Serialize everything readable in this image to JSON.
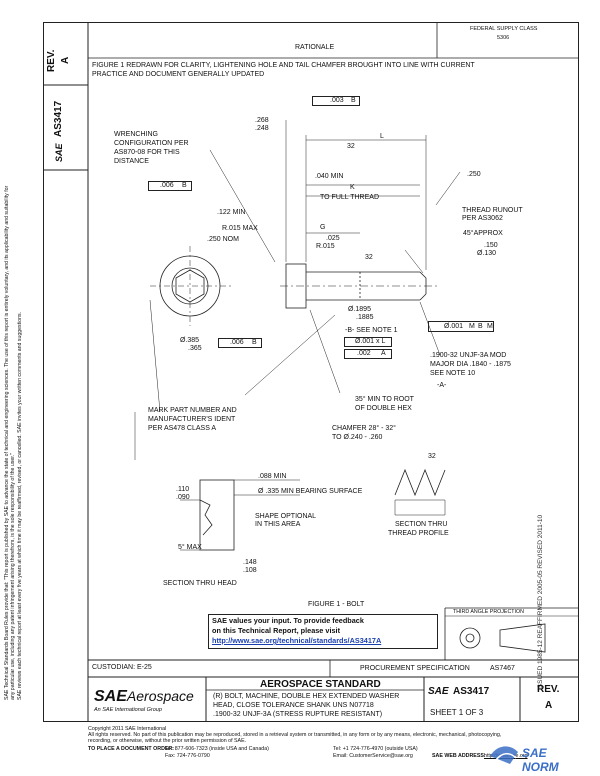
{
  "side_notice_1": "SAE Technical Standards Board Rules provide that: \"This report is published by SAE to advance the state of technical and engineering sciences. The use of this report is entirely voluntary, and its applicability and suitability for any particular use, including any patent infringement arising therefrom, is the sole responsibility of the user.\"",
  "side_notice_2": "SAE reviews each technical report at least every five years at which time it may be reaffirmed, revised, or cancelled. SAE invites your written comments and suggestions.",
  "header": {
    "rev_label": "REV.",
    "rev_value": "A",
    "rationale_title": "RATIONALE",
    "rationale_text_1": "FIGURE 1 REDRAWN FOR CLARITY, LIGHTENING HOLE AND TAIL CHAMFER BROUGHT INTO LINE WITH CURRENT",
    "rationale_text_2": "PRACTICE AND DOCUMENT GENERALLY UPDATED",
    "corner_note_1": "FEDERAL SUPPLY CLASS",
    "corner_note_2": "5306"
  },
  "doc_number_side": "AS3417",
  "sae_side": "SAE",
  "side_dates": "ISSUED 1985-12    REAFFIRMED 2005-05    REVISED 2011-10",
  "drawing": {
    "top_tol": ".003",
    "top_datum": "B",
    "dim_268": ".268",
    "dim_248": ".248",
    "dim_L": "L",
    "dim_32_top": "32",
    "dim_040": ".040 MIN",
    "dim_K": "K",
    "full_thread": "TO FULL THREAD",
    "dim_250": ".250",
    "wrenching": [
      "WRENCHING",
      "CONFIGURATION PER",
      "AS870-08 FOR THIS",
      "DISTANCE"
    ],
    "tol_006": ".006",
    "tol_006_datum": "B",
    "dim_122": ".122 MIN",
    "dim_r015max": "R.015 MAX",
    "dim_250nom": ".250 NOM",
    "dim_G": "G",
    "dim_025": ".025",
    "dim_r015": "R.015",
    "dim_32_mid": "32",
    "thread_runout": [
      "THREAD RUNOUT",
      "PER AS3062"
    ],
    "approx_45": "45°APPROX",
    "dim_150": ".150",
    "dim_130": "Ø.130",
    "dim_1895": "Ø.1895",
    "dim_1885": ".1885",
    "datum_B_note": "-B- SEE NOTE 1",
    "tol_001_xl": "Ø.001 x L",
    "tol_002": ".002",
    "tol_002_datum": "A",
    "pos_tol": "Ø.001",
    "pos_tol_m1": "M",
    "pos_tol_b": "B",
    "pos_tol_m2": "M",
    "dim_385": "Ø.385",
    "dim_365": ".365",
    "tol_006_b": ".006",
    "tol_006_b_datum": "B",
    "thread_spec": [
      ".1900-32 UNJF-3A MOD",
      "MAJOR DIA .1840 - .1875",
      "SEE NOTE 10"
    ],
    "datum_A": "-A-",
    "min_35": [
      "35° MIN TO ROOT",
      "OF DOUBLE HEX"
    ],
    "mark_part": [
      "MARK PART NUMBER AND",
      "MANUFACTURER'S IDENT",
      "PER AS478 CLASS A"
    ],
    "chamfer": [
      "CHAMFER 28° - 32°",
      "TO Ø.240 - .260"
    ],
    "dim_088": ".088 MIN",
    "dim_110": ".110",
    "dim_090": ".090",
    "bearing": "Ø .335 MIN BEARING SURFACE",
    "shape_optional": [
      "SHAPE OPTIONAL",
      "IN THIS AREA"
    ],
    "max_5": "5° MAX",
    "dim_148": ".148",
    "dim_108": ".108",
    "section_head": "SECTION THRU HEAD",
    "dim_32_thread": "32",
    "section_thread": [
      "SECTION THRU",
      "THREAD PROFILE"
    ],
    "figure_caption": "FIGURE 1 - BOLT"
  },
  "feedback": {
    "line1": "SAE values your input. To provide feedback",
    "line2": "on this Technical Report, please visit",
    "link": "http://www.sae.org/technical/standards/AS3417A"
  },
  "projection_label": "THIRD ANGLE PROJECTION",
  "title_block": {
    "custodian": "CUSTODIAN: E-25",
    "procurement": "PROCUREMENT SPECIFICATION",
    "procurement_no": "AS7467",
    "logo_sae": "SAE",
    "logo_aero": "Aerospace",
    "logo_sub": "An SAE International Group",
    "aerospace_standard": "AEROSPACE STANDARD",
    "desc_1": "(R) BOLT, MACHINE, DOUBLE HEX EXTENDED WASHER",
    "desc_2": "HEAD, CLOSE TOLERANCE SHANK UNS N07718",
    "desc_3": ".1900-32 UNJF-3A (STRESS RUPTURE RESISTANT)",
    "sae_small": "SAE",
    "as_number": "AS3417",
    "sheet": "SHEET 1 OF 3",
    "rev_label": "REV.",
    "rev_value": "A"
  },
  "footer": {
    "copyright": "Copyright 2011 SAE International",
    "rights": "All rights reserved. No part of this publication may be reproduced, stored in a retrieval system or transmitted, in any form or by any means, electronic, mechanical, photocopying,",
    "rights2": "recording, or otherwise, without the prior written permission of SAE.",
    "order": "TO PLACE A DOCUMENT ORDER:",
    "tel1": "Tel: 877-606-7323 (inside USA and Canada)",
    "tel2": "Tel: +1 724-776-4970 (outside USA)",
    "fax": "Fax: 724-776-0790",
    "email": "Email: CustomerService@sae.org",
    "web": "SAE WEB ADDRESS:",
    "web_url": "http://www.sae.org",
    "watermark": "SAE NORM"
  }
}
